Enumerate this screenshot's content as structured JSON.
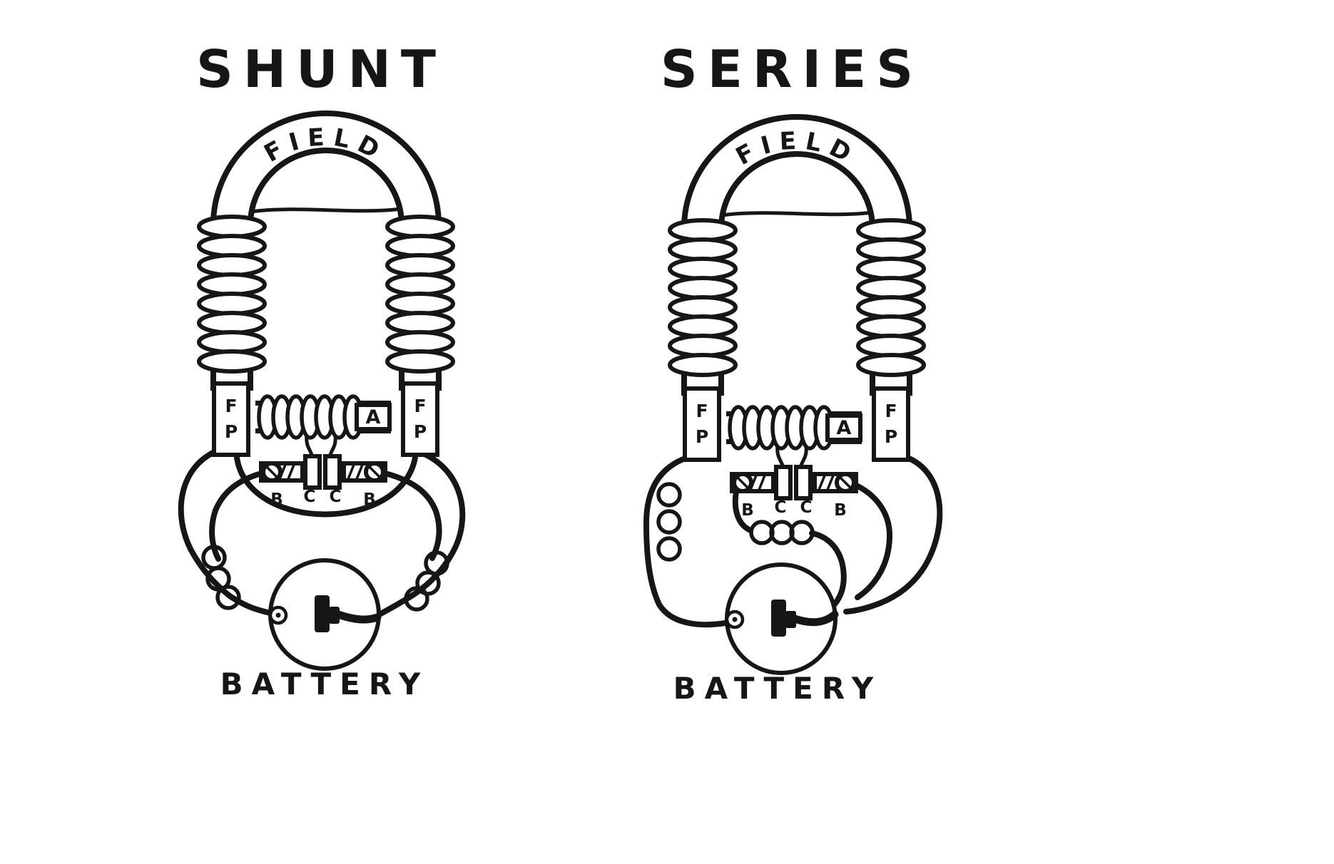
{
  "figure": {
    "background": "#ffffff",
    "ink_color": "#161616",
    "diagrams": [
      {
        "title": "SHUNT",
        "field_label": "FIELD",
        "poles": [
          {
            "top": "F",
            "bottom": "P"
          },
          {
            "top": "F",
            "bottom": "P"
          }
        ],
        "armature_label": "A",
        "terminal_labels": [
          "B",
          "C",
          "C",
          "B"
        ],
        "battery_label": "BATTERY"
      },
      {
        "title": "SERIES",
        "field_label": "FIELD",
        "poles": [
          {
            "top": "F",
            "bottom": "P"
          },
          {
            "top": "F",
            "bottom": "P"
          }
        ],
        "armature_label": "A",
        "terminal_labels": [
          "B",
          "C",
          "C",
          "B"
        ],
        "battery_label": "BATTERY"
      }
    ]
  }
}
